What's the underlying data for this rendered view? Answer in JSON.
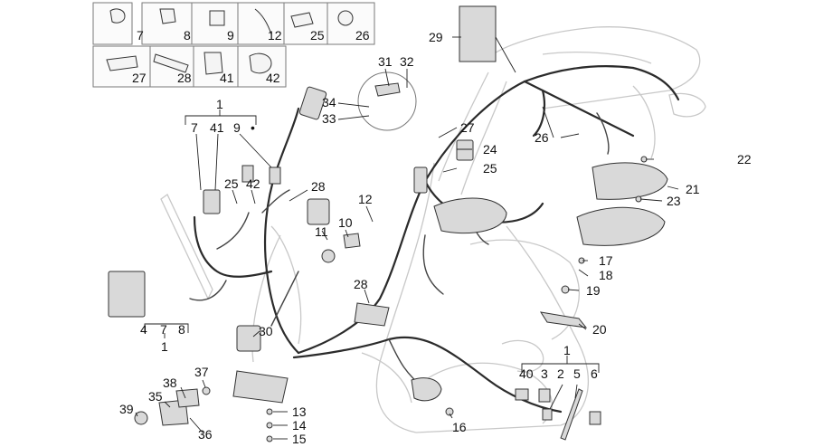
{
  "callouts": {
    "c7_box": "7",
    "c8_box": "8",
    "c9_box": "9",
    "c12_box": "12",
    "c25_box": "25",
    "c26_box": "26",
    "c27_box": "27",
    "c28_box": "28",
    "c41_box": "41",
    "c42_box": "42",
    "c29": "29",
    "c31": "31",
    "c32": "32",
    "c34": "34",
    "c33": "33",
    "c1_top": "1",
    "c7_g": "7",
    "c41_g": "41",
    "c9_g": "9",
    "dot": "•",
    "c25_l": "25",
    "c42_l": "42",
    "c28_l": "28",
    "c12_m": "12",
    "c10": "10",
    "c11": "11",
    "c27_m": "27",
    "c24": "24",
    "c25_m": "25",
    "c26_m": "26",
    "c22": "22",
    "c21": "21",
    "c23": "23",
    "c17": "17",
    "c18": "18",
    "c19": "19",
    "c20": "20",
    "c28_m": "28",
    "c30": "30",
    "c4": "4",
    "c7_b": "7",
    "c8_b": "8",
    "c1_bl": "1",
    "c37": "37",
    "c38": "38",
    "c35": "35",
    "c39": "39",
    "c36": "36",
    "c13": "13",
    "c14": "14",
    "c15": "15",
    "c16": "16",
    "c1_br": "1",
    "c40": "40",
    "c3": "3",
    "c2": "2",
    "c5": "5",
    "c6": "6"
  }
}
